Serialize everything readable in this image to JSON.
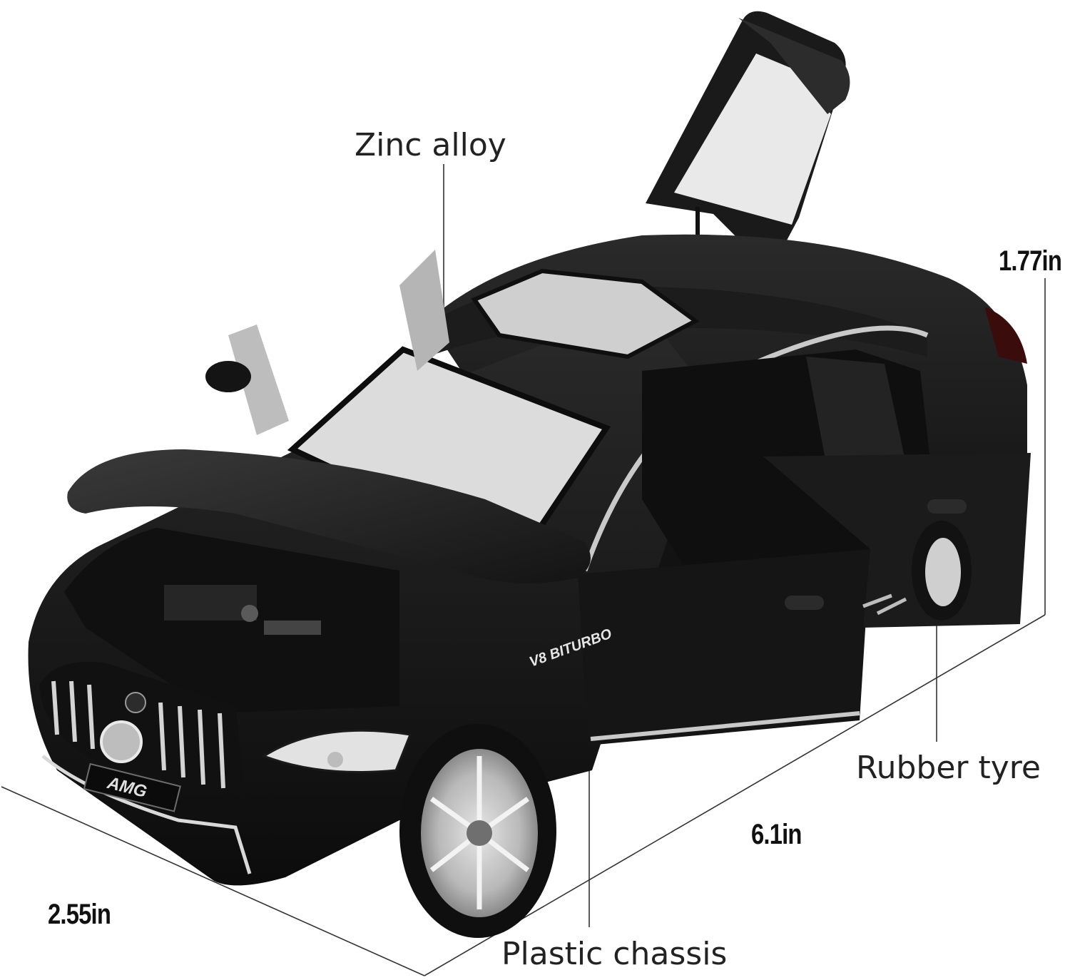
{
  "labels": {
    "material_body": "Zinc alloy",
    "material_tyre": "Rubber tyre",
    "material_chassis": "Plastic chassis"
  },
  "dimensions": {
    "height": "1.77in",
    "length": "6.1in",
    "width": "2.55in"
  },
  "badges": {
    "grille_badge": "AMG",
    "side_badge": "V8 BITURBO"
  },
  "colors": {
    "background": "#ffffff",
    "car_body": "#141414",
    "trim_silver": "#c9c9c9",
    "window_glass": "#dcdcdc",
    "label_text": "#222222",
    "dimension_lines": "#333333"
  }
}
